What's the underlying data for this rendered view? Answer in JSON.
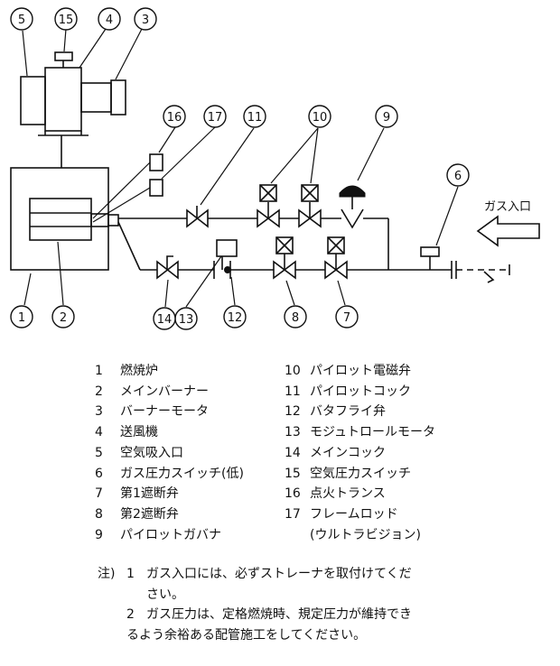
{
  "gas_inlet_label": "ガス入口",
  "callouts": [
    "1",
    "2",
    "3",
    "4",
    "5",
    "6",
    "7",
    "8",
    "9",
    "10",
    "11",
    "12",
    "13",
    "14",
    "15",
    "16",
    "17"
  ],
  "legend": [
    {
      "num": "1",
      "label": "燃焼炉"
    },
    {
      "num": "2",
      "label": "メインバーナー"
    },
    {
      "num": "3",
      "label": "バーナーモータ"
    },
    {
      "num": "4",
      "label": "送風機"
    },
    {
      "num": "5",
      "label": "空気吸入口"
    },
    {
      "num": "6",
      "label": "ガス圧力スイッチ(低)"
    },
    {
      "num": "7",
      "label": "第1遮断弁"
    },
    {
      "num": "8",
      "label": "第2遮断弁"
    },
    {
      "num": "9",
      "label": "パイロットガバナ"
    },
    {
      "num": "10",
      "label": "パイロット電磁弁"
    },
    {
      "num": "11",
      "label": "パイロットコック"
    },
    {
      "num": "12",
      "label": "バタフライ弁"
    },
    {
      "num": "13",
      "label": "モジュトロールモータ"
    },
    {
      "num": "14",
      "label": "メインコック"
    },
    {
      "num": "15",
      "label": "空気圧力スイッチ"
    },
    {
      "num": "16",
      "label": "点火トランス"
    },
    {
      "num": "17",
      "label": "フレームロッド"
    },
    {
      "num": "",
      "label": "(ウルトラビジョン)"
    }
  ],
  "notes": {
    "prefix": "注)",
    "items": [
      {
        "num": "1",
        "lines": [
          "ガス入口には、必ずストレーナを取付けてくだ",
          "さい。"
        ]
      },
      {
        "num": "2",
        "lines": [
          "ガス圧力は、定格燃焼時、規定圧力が維持でき",
          "るよう余裕ある配管施工をしてください。"
        ]
      }
    ]
  }
}
